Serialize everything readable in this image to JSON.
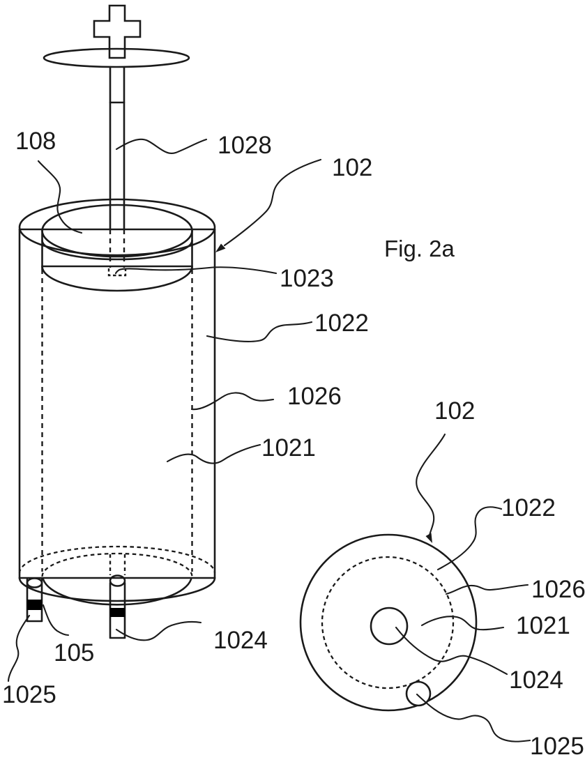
{
  "drawing": {
    "caption": "Fig. 2a",
    "colors": {
      "line": "#1a1a1a",
      "background": "#ffffff",
      "seal": "#000000"
    },
    "side_view": {
      "ref_108": "108",
      "ref_1028": "1028",
      "ref_102": "102",
      "ref_1023": "1023",
      "ref_1022": "1022",
      "ref_1026": "1026",
      "ref_1021": "1021",
      "ref_105": "105",
      "ref_1024": "1024",
      "ref_1025": "1025"
    },
    "top_view": {
      "ref_102": "102",
      "ref_1022": "1022",
      "ref_1026": "1026",
      "ref_1021": "1021",
      "ref_1024": "1024",
      "ref_1025": "1025"
    }
  }
}
